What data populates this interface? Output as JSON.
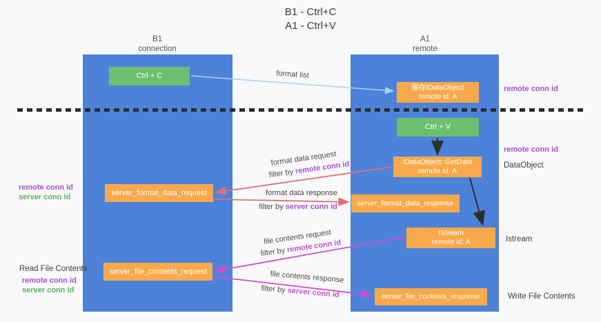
{
  "title": {
    "line1": "B1 - Ctrl+C",
    "line2": "A1 - Ctrl+V"
  },
  "columns": {
    "left": {
      "title": "B1",
      "subtitle": "connection"
    },
    "right": {
      "title": "A1",
      "subtitle": "remote"
    }
  },
  "nodes": {
    "ctrl_c": {
      "label": "Ctrl + C"
    },
    "save_idataobject": {
      "line1": "保存IDataObject",
      "line2": "remote id: A"
    },
    "ctrl_v": {
      "label": "Ctrl + V"
    },
    "getdata": {
      "line1": "IDataObject::GetData",
      "line2": "remote id: A"
    },
    "server_format_data_request": {
      "label": "server_format_data_request"
    },
    "server_format_data_response": {
      "label": "server_format_data_response"
    },
    "istream": {
      "line1": "IStream",
      "line2": "remote id: A"
    },
    "server_file_contents_request": {
      "label": "server_file_contents_request"
    },
    "server_file_contents_response": {
      "label": "server_file_contents_response"
    }
  },
  "side_labels": {
    "remote_conn_id_top": "remote conn id",
    "remote_conn_id_mid": "remote conn id",
    "dataobject": "DataObject",
    "istream": "Istream",
    "write_file_contents": "Write File Contents",
    "left_remote_conn_id_1": "remote conn id",
    "left_server_conn_id_1": "server conn id",
    "read_file_contents": "Read File Contents",
    "left_remote_conn_id_2": "remote conn id",
    "left_server_conn_id_2": "server conn id"
  },
  "arrow_labels": {
    "format_list": "format list",
    "format_data_request": "format data request",
    "filter_by_1_prefix": "filter by ",
    "filter_by_1_id": "remote conn id",
    "format_data_response": "format data response",
    "filter_by_2_prefix": "filter by ",
    "filter_by_2_id": "server conn id",
    "file_contents_request": "file contents request",
    "filter_by_3_prefix": "filter by ",
    "filter_by_3_id": "remote conn id",
    "file_contents_response": "file contents response",
    "filter_by_4_prefix": "filter by ",
    "filter_by_4_id": "server conn id"
  },
  "colors": {
    "column-blue": "#4d82d9",
    "node-green": "#6dbf70",
    "node-orange": "#f7a94b",
    "arrow-salmon": "#e07070",
    "arrow-magenta": "#cc4ecf",
    "arrow-lightblue": "#a7d3ee",
    "arrow-black": "#2e2e2e",
    "text-purple": "#a84fd4",
    "text-green": "#58b55c",
    "text-dark": "#3c3c3c"
  }
}
